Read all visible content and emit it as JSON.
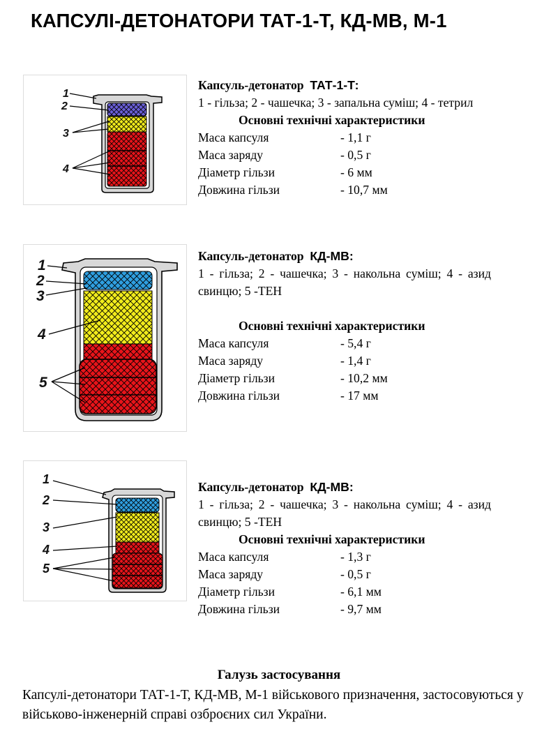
{
  "title": "КАПСУЛІ-ДЕТОНАТОРИ ТАТ-1-Т, КД-МВ, М-1",
  "spec_title": "Основні технічні характеристики",
  "spec_labels": {
    "mass_capsule": "Маса капсуля",
    "mass_charge": "Маса заряду",
    "diameter": "Діаметр гільзи",
    "length": "Довжина гільзи"
  },
  "detonators": [
    {
      "head": "Капсуль-детонатор",
      "model": "ТАТ-1-Т:",
      "description": "1 - гільза; 2 - чашечка; 3 - запальна суміш; 4 - тетрил",
      "specs": {
        "mass_capsule": "- 1,1 г",
        "mass_charge": "- 0,5 г",
        "diameter": "- 6 мм",
        "length": "- 10,7 мм"
      },
      "labels": [
        "1",
        "2",
        "3",
        "4"
      ]
    },
    {
      "head": "Капсуль-детонатор",
      "model": "КД-МВ:",
      "description": "1 - гільза; 2 - чашечка; 3 - накольна суміш; 4 - азид свинцю; 5 -ТЕН",
      "specs": {
        "mass_capsule": "- 5,4 г",
        "mass_charge": "- 1,4 г",
        "diameter": "- 10,2 мм",
        "length": "- 17 мм"
      },
      "labels": [
        "1",
        "2",
        "3",
        "4",
        "5"
      ]
    },
    {
      "head": "Капсуль-детонатор",
      "model": "КД-МВ:",
      "description": "1 - гільза; 2 - чашечка; 3 - накольна суміш; 4 - азид свинцю; 5 -ТЕН",
      "specs": {
        "mass_capsule": "- 1,3 г",
        "mass_charge": "- 0,5 г",
        "diameter": "- 6,1 мм",
        "length": "- 9,7 мм"
      },
      "labels": [
        "1",
        "2",
        "3",
        "4",
        "5"
      ]
    }
  ],
  "footer": {
    "title": "Галузь застосування",
    "text": "Капсулі-детонатори ТАТ-1-Т, КД-МВ, М-1 військового призначення, застосовуються у військово-інженерній справі озброєних сил України."
  },
  "colors": {
    "blue": "#2f9fe0",
    "violet": "#6a5fd8",
    "yellow": "#f2ec1c",
    "red": "#e8141a",
    "shell": "#d8d8d8"
  }
}
